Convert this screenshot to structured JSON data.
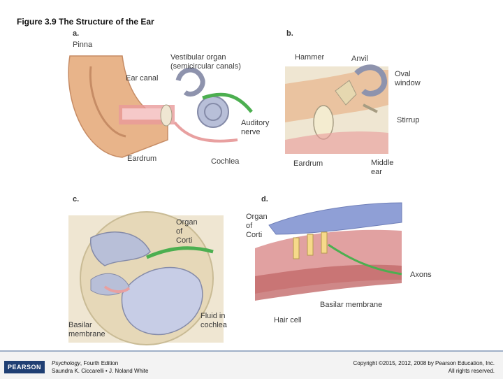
{
  "title": "Figure 3.9 The Structure of the Ear",
  "panels": {
    "a": {
      "letter": "a.",
      "labels": [
        "Pinna",
        "Vestibular organ",
        "(semicircular canals)",
        "Ear canal",
        "Auditory",
        "nerve",
        "Eardrum",
        "Cochlea"
      ]
    },
    "b": {
      "letter": "b.",
      "labels": [
        "Hammer",
        "Anvil",
        "Oval",
        "window",
        "Stirrup",
        "Eardrum",
        "Middle",
        "ear"
      ]
    },
    "c": {
      "letter": "c.",
      "labels": [
        "Organ",
        "of",
        "Corti",
        "Fluid in",
        "cochlea",
        "Basilar",
        "membrane"
      ]
    },
    "d": {
      "letter": "d.",
      "labels": [
        "Organ",
        "of",
        "Corti",
        "Axons",
        "Basilar membrane",
        "Hair cell"
      ]
    }
  },
  "footer": {
    "logo": "PEARSON",
    "book_title": "Psychology",
    "book_edition": ", Fourth Edition",
    "authors": "Saundra K. Ciccarelli • J. Noland White",
    "copyright_line1": "Copyright ©2015, 2012, 2008 by Pearson Education, Inc.",
    "copyright_line2": "All rights reserved."
  },
  "colors": {
    "skin": "#e8b48a",
    "bone": "#efe6d2",
    "cochlea": "#b8bfd8",
    "nerve": "#4caf50",
    "pink": "#e8a0a0",
    "muscle": "#d98a8a"
  }
}
